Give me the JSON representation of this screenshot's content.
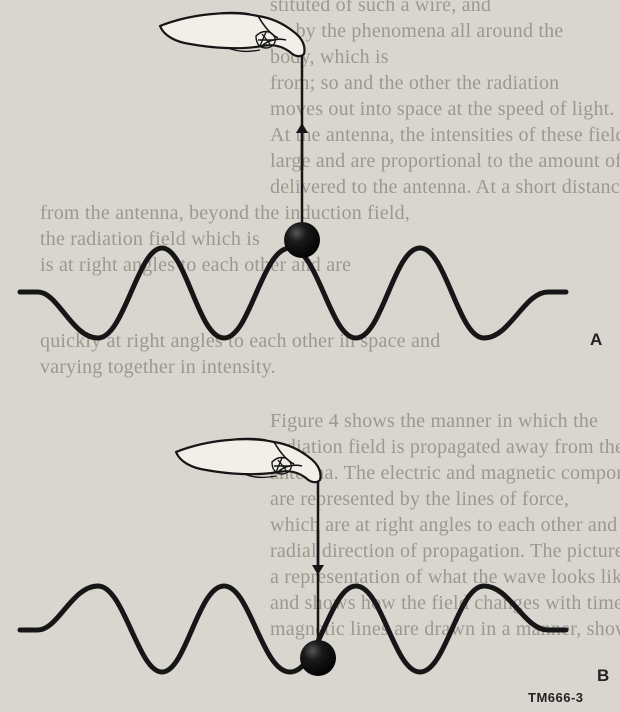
{
  "figure": {
    "panel_a_label": "A",
    "panel_b_label": "B",
    "caption": "TM666-3"
  },
  "background_text": [
    "stituted of such a wire, and",
    "up by the phenomena all around the",
    "body, which is",
    "from; so and the other the radiation",
    "moves out into space at the speed of light.",
    "At the antenna, the intensities of these fields are",
    "large and are proportional to the amount of power",
    "delivered to the antenna. At a short distance",
    "from the antenna, beyond the induction field,",
    "the radiation field which is",
    "is at right angles to each other and are",
    "quickly at right angles to each other in space and",
    "varying together in intensity.",
    "Figure 4 shows the manner in which the",
    "radiation field is propagated away from the",
    "antenna. The electric and magnetic components",
    "are represented by the lines of force,",
    "which are at right angles to each other and to the",
    "radial direction of propagation. The picture is",
    "a representation of what the wave looks like",
    "and shows how the field changes with time. The",
    "magnetic lines are drawn in a manner, showing"
  ],
  "colors": {
    "page": "#d9d6d0",
    "ink": "#161616",
    "faded_text": "#9c9890"
  }
}
